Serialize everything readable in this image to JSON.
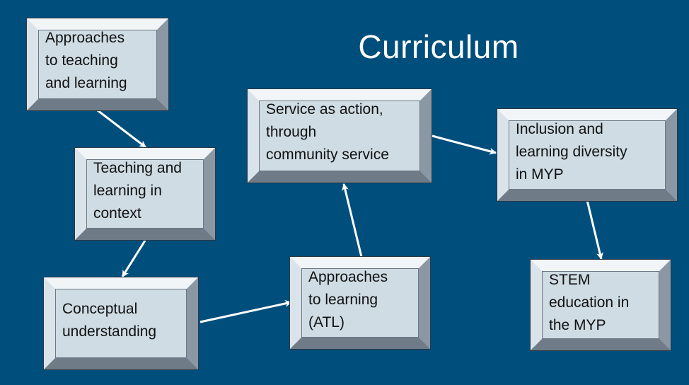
{
  "title": "Curriculum",
  "nodes": [
    {
      "id": "approaches-teaching-learning",
      "text": "Approaches\nto teaching\nand learning"
    },
    {
      "id": "teaching-learning-context",
      "text": "Teaching and\nlearning in\ncontext"
    },
    {
      "id": "conceptual-understanding",
      "text": "Conceptual\nunderstanding"
    },
    {
      "id": "approaches-to-learning",
      "text": "Approaches\nto learning\n(ATL)"
    },
    {
      "id": "service-as-action",
      "text": "Service as action,\nthrough\ncommunity service"
    },
    {
      "id": "inclusion-learning-diversity",
      "text": "Inclusion and\nlearning diversity\nin MYP"
    },
    {
      "id": "stem-education",
      "text": "STEM\neducation in\nthe MYP"
    }
  ],
  "edges": [
    {
      "from": "approaches-teaching-learning",
      "to": "teaching-learning-context"
    },
    {
      "from": "teaching-learning-context",
      "to": "conceptual-understanding"
    },
    {
      "from": "conceptual-understanding",
      "to": "approaches-to-learning"
    },
    {
      "from": "approaches-to-learning",
      "to": "service-as-action"
    },
    {
      "from": "service-as-action",
      "to": "inclusion-learning-diversity"
    },
    {
      "from": "inclusion-learning-diversity",
      "to": "stem-education"
    }
  ],
  "colors": {
    "background": "#004e7c",
    "box_face": "#cfdce4",
    "arrow": "#ffffff",
    "text": "#111111"
  }
}
